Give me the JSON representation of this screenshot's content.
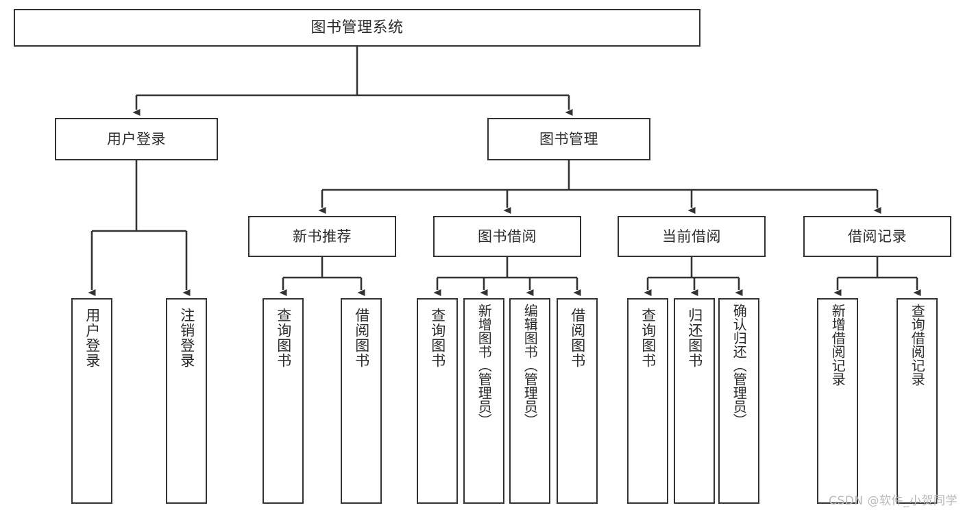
{
  "diagram": {
    "title": "图书管理系统",
    "type": "function-structure-tree",
    "line_color": "#333333",
    "box_fill": "#ffffff",
    "text_color": "#2b2b2b",
    "root": {
      "label": "图书管理系统"
    },
    "level2": [
      {
        "label": "用户登录"
      },
      {
        "label": "图书管理"
      }
    ],
    "level3": [
      {
        "label": "新书推荐"
      },
      {
        "label": "图书借阅"
      },
      {
        "label": "当前借阅"
      },
      {
        "label": "借阅记录"
      }
    ],
    "leaves": {
      "user_login": [
        {
          "label": "用户登录"
        },
        {
          "label": "注销登录"
        }
      ],
      "new_book_recommend": [
        {
          "label": "查询图书"
        },
        {
          "label": "借阅图书"
        }
      ],
      "book_borrow": [
        {
          "label": "查询图书"
        },
        {
          "label": "新增图书（管理员）"
        },
        {
          "label": "编辑图书（管理员）"
        },
        {
          "label": "借阅图书"
        }
      ],
      "current_borrow": [
        {
          "label": "查询图书"
        },
        {
          "label": "归还图书"
        },
        {
          "label": "确认归还（管理员）"
        }
      ],
      "borrow_record": [
        {
          "label": "新增借阅记录"
        },
        {
          "label": "查询借阅记录"
        }
      ]
    }
  },
  "watermark": {
    "text": "CSDN @软件_小贺同学"
  }
}
